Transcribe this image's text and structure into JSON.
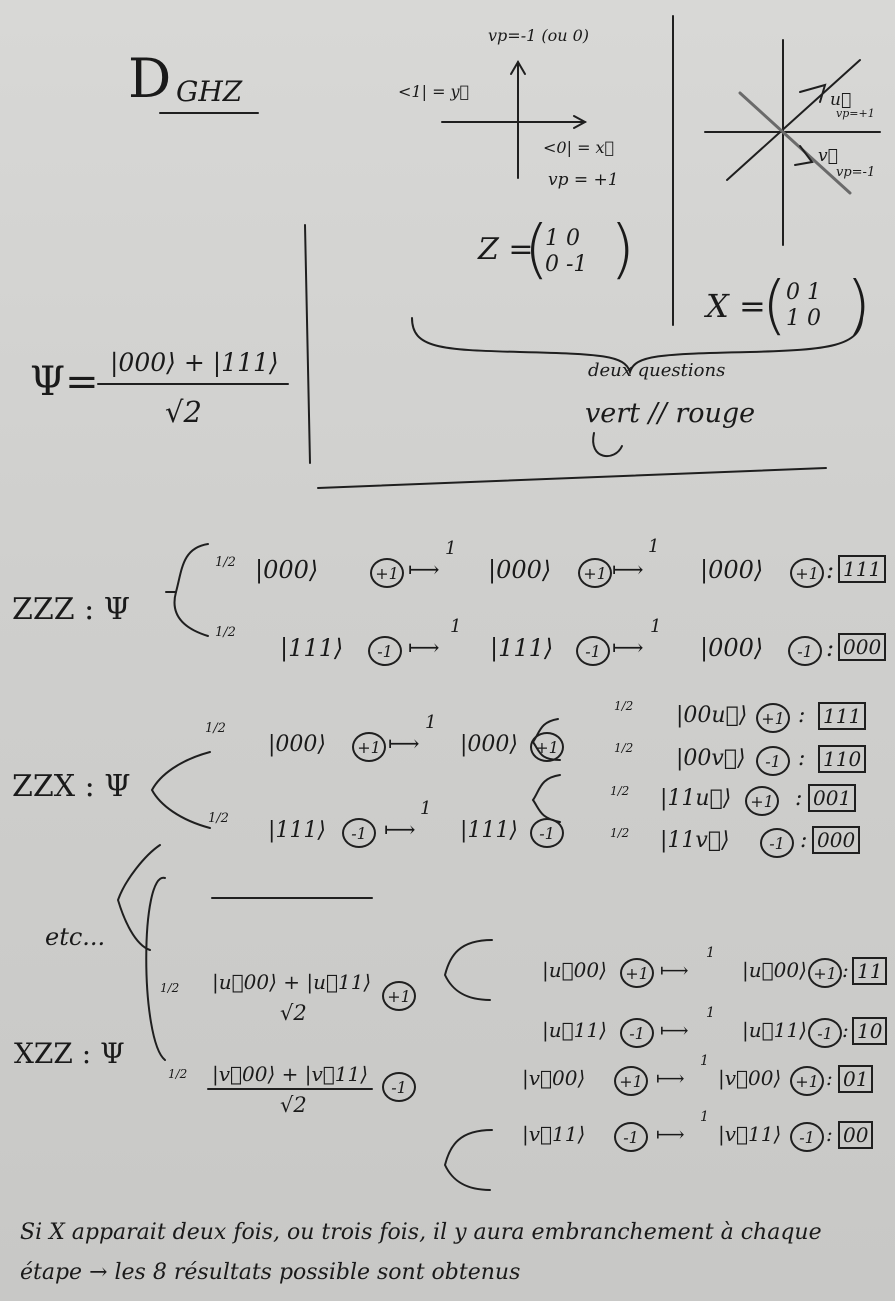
{
  "header": {
    "title_letter": "D",
    "title_sub": "GHZ"
  },
  "axes1": {
    "top": "vp=-1 (ou 0)",
    "left": "<1| = y⃗",
    "right": "<0| = x⃗",
    "bottom": "vp = +1"
  },
  "axes2": {
    "u": "u⃗",
    "u_vp": "vp=+1",
    "v": "v⃗",
    "v_vp": "vp=-1"
  },
  "psi": {
    "lhs": "Ψ=",
    "num": "|000⟩ + |111⟩",
    "den": "√2"
  },
  "z_matrix": {
    "name": "Z =",
    "row1": "1   0",
    "row2": "0  -1"
  },
  "x_matrix": {
    "name": "X =",
    "row1": "0  1",
    "row2": "1  0"
  },
  "questions": {
    "line1": "deux questions",
    "line2": "vert // rouge"
  },
  "zzz": {
    "label": "ZZZ : Ψ",
    "rows": [
      {
        "p": "1/2",
        "s1": "|000⟩",
        "v1": "+1",
        "a1": "1",
        "s2": "|000⟩",
        "v2": "+1",
        "a2": "1",
        "s3": "|000⟩",
        "v3": "+1",
        "res": "111"
      },
      {
        "p": "1/2",
        "s1": "|111⟩",
        "v1": "-1",
        "a1": "1",
        "s2": "|111⟩",
        "v2": "-1",
        "a2": "1",
        "s3": "|000⟩",
        "v3": "-1",
        "res": "000"
      }
    ]
  },
  "zzx": {
    "label": "ZZX : Ψ",
    "rows": [
      {
        "p": "1/2",
        "s1": "|000⟩",
        "v1": "+1",
        "a1": "1",
        "s2": "|000⟩",
        "v2": "+1",
        "b": [
          {
            "p": "1/2",
            "s": "|00u⃗⟩",
            "v": "+1",
            "res": "111"
          },
          {
            "p": "1/2",
            "s": "|00v⃗⟩",
            "v": "-1",
            "res": "110"
          }
        ]
      },
      {
        "p": "1/2",
        "s1": "|111⟩",
        "v1": "-1",
        "a1": "1",
        "s2": "|111⟩",
        "v2": "-1",
        "b": [
          {
            "p": "1/2",
            "s": "|11u⃗⟩",
            "v": "+1",
            "res": "001"
          },
          {
            "p": "1/2",
            "s": "|11v⃗⟩",
            "v": "-1",
            "res": "000"
          }
        ]
      }
    ]
  },
  "etc": "etc...",
  "xzz": {
    "label": "XZZ : Ψ",
    "rows": [
      {
        "p": "1/2",
        "num": "|u⃗00⟩ + |u⃗11⟩",
        "den": "√2",
        "v": "+1",
        "b": [
          {
            "s": "|u⃗00⟩",
            "v": "+1",
            "a": "1",
            "s2": "|u⃗00⟩",
            "v2": "+1",
            "res": "11"
          },
          {
            "s": "|u⃗11⟩",
            "v": "-1",
            "a": "1",
            "s2": "|u⃗11⟩",
            "v2": "-1",
            "res": "10"
          }
        ]
      },
      {
        "p": "1/2",
        "num": "|v⃗00⟩ + |v⃗11⟩",
        "den": "√2",
        "v": "-1",
        "b": [
          {
            "s": "|v⃗00⟩",
            "v": "+1",
            "a": "1",
            "s2": "|v⃗00⟩",
            "v2": "+1",
            "res": "01"
          },
          {
            "s": "|v⃗11⟩",
            "v": "-1",
            "a": "1",
            "s2": "|v⃗11⟩",
            "v2": "-1",
            "res": "00"
          }
        ]
      }
    ]
  },
  "footer": {
    "line1": "Si X apparait deux fois, ou trois fois, il y aura embranchement à chaque",
    "line2": "étape → les 8 résultats possible sont obtenus"
  }
}
